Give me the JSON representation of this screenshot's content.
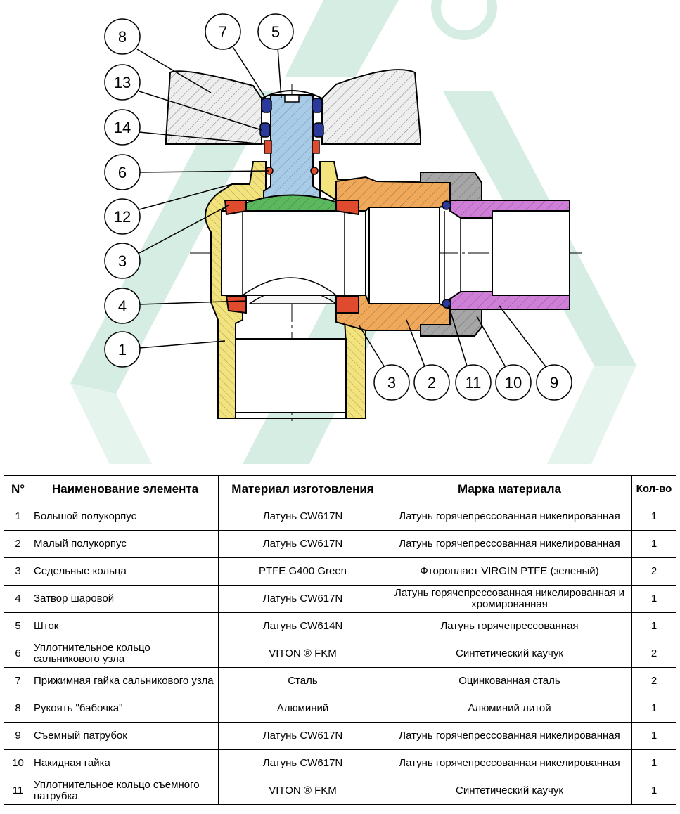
{
  "callouts": [
    {
      "n": "8"
    },
    {
      "n": "7"
    },
    {
      "n": "5"
    },
    {
      "n": "13"
    },
    {
      "n": "14"
    },
    {
      "n": "6"
    },
    {
      "n": "12"
    },
    {
      "n": "3"
    },
    {
      "n": "4"
    },
    {
      "n": "1"
    },
    {
      "n": "3"
    },
    {
      "n": "2"
    },
    {
      "n": "11"
    },
    {
      "n": "10"
    },
    {
      "n": "9"
    }
  ],
  "table": {
    "headers": [
      "N°",
      "Наименование элемента",
      "Материал изготовления",
      "Марка материала",
      "Кол-во"
    ],
    "rows": [
      {
        "num": "1",
        "name": "Большой полукорпус",
        "material": "Латунь CW617N",
        "grade": "Латунь горячепрессованная никелированная",
        "qty": "1"
      },
      {
        "num": "2",
        "name": "Малый полукорпус",
        "material": "Латунь CW617N",
        "grade": "Латунь горячепрессованная никелированная",
        "qty": "1"
      },
      {
        "num": "3",
        "name": "Седельные кольца",
        "material": "PTFE G400 Green",
        "grade": "Фторопласт VIRGIN PTFE (зеленый)",
        "qty": "2"
      },
      {
        "num": "4",
        "name": "Затвор шаровой",
        "material": "Латунь CW617N",
        "grade": "Латунь горячепрессованная никелированная и хромированная",
        "qty": "1"
      },
      {
        "num": "5",
        "name": "Шток",
        "material": "Латунь CW614N",
        "grade": "Латунь горячепрессованная",
        "qty": "1"
      },
      {
        "num": "6",
        "name": "Уплотнительное кольцо сальникового узла",
        "material": "VITON ® FKM",
        "grade": "Синтетический каучук",
        "qty": "2"
      },
      {
        "num": "7",
        "name": "Прижимная гайка сальникового узла",
        "material": "Сталь",
        "grade": "Оцинкованная сталь",
        "qty": "2"
      },
      {
        "num": "8",
        "name": "Рукоять \"бабочка\"",
        "material": "Алюминий",
        "grade": "Алюминий литой",
        "qty": "1"
      },
      {
        "num": "9",
        "name": "Съемный патрубок",
        "material": "Латунь CW617N",
        "grade": "Латунь горячепрессованная никелированная",
        "qty": "1"
      },
      {
        "num": "10",
        "name": "Накидная гайка",
        "material": "Латунь CW617N",
        "grade": "Латунь горячепрессованная никелированная",
        "qty": "1"
      },
      {
        "num": "11",
        "name": "Уплотнительное кольцо съемного патрубка",
        "material": "VITON ® FKM",
        "grade": "Синтетический каучук",
        "qty": "1"
      }
    ]
  },
  "colors": {
    "watermark": "#d6ede3",
    "brass_body": "#f3e37c",
    "brass_small_body": "#f0a95a",
    "seat_ring": "#e04a2e",
    "ball": "#5cb85c",
    "stem": "#a8cbe8",
    "handle": "#eeeeee",
    "nut": "#a6a6a6",
    "fitting": "#cf7fd8",
    "oring": "#2b3a9a"
  }
}
